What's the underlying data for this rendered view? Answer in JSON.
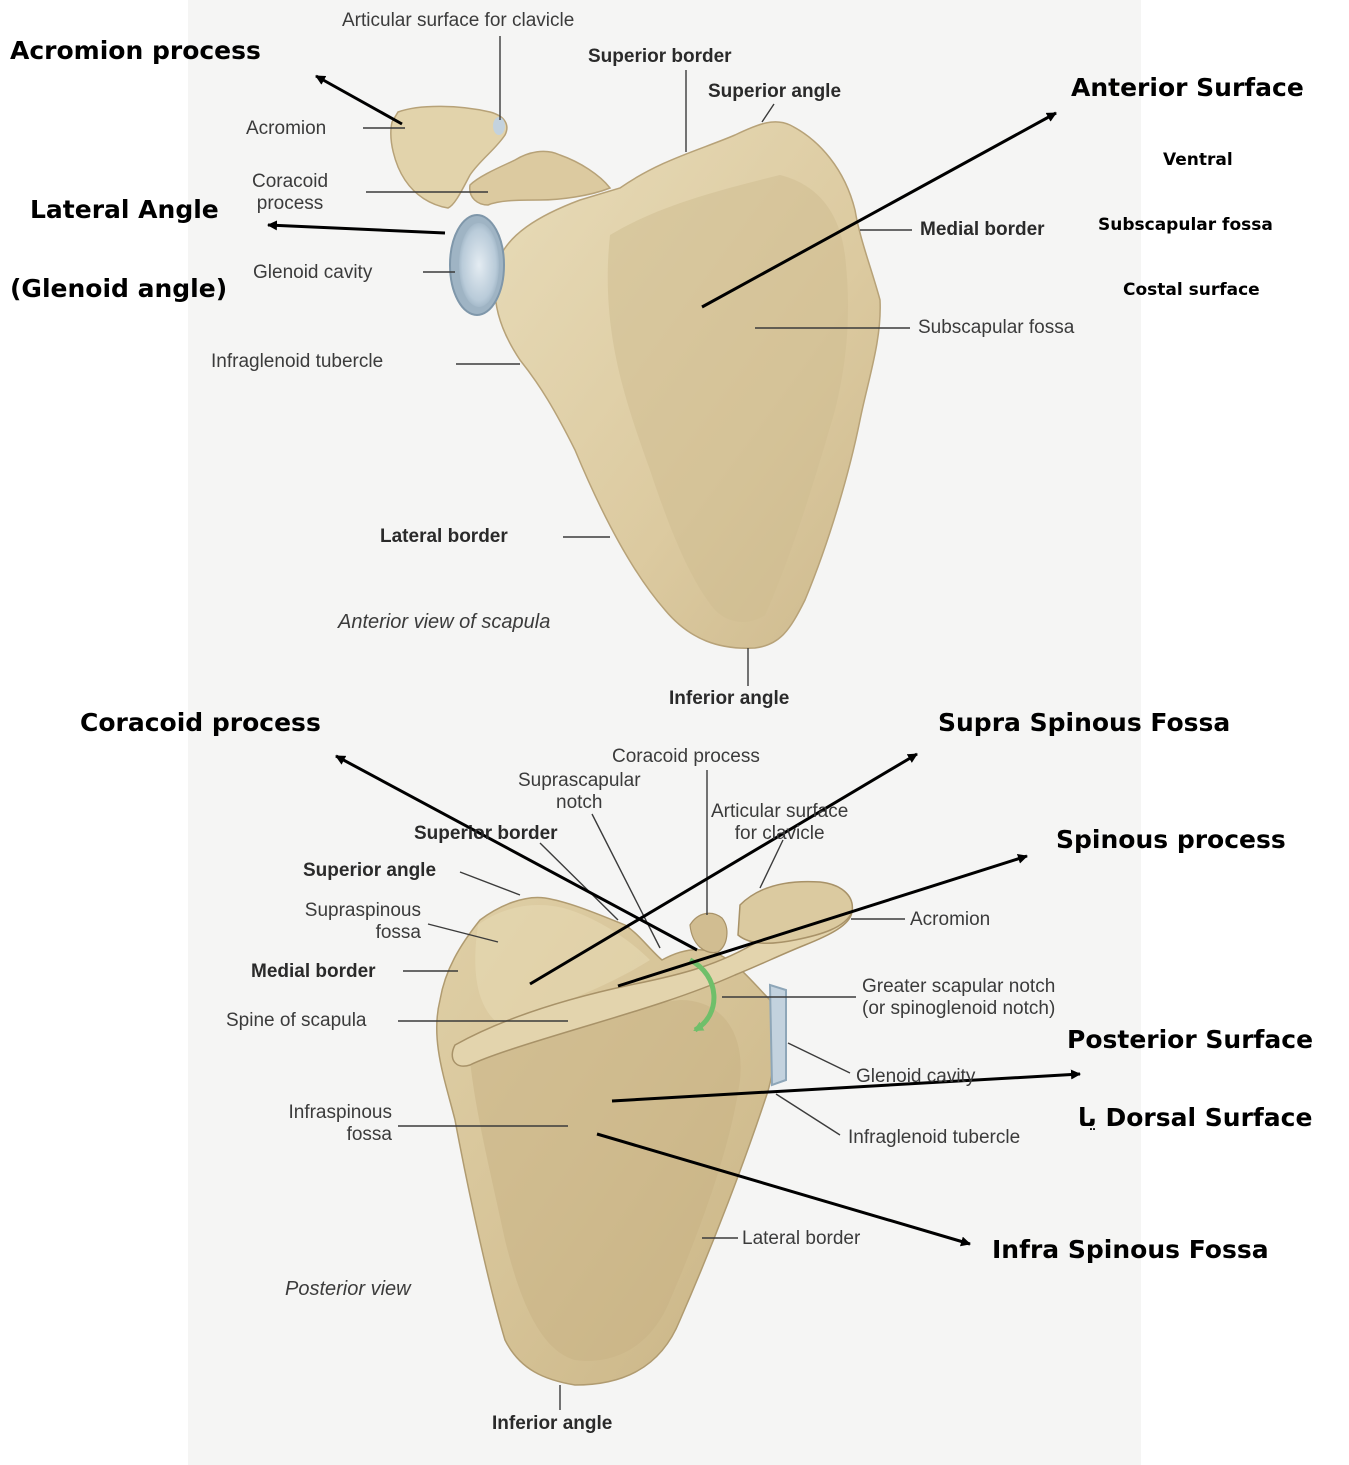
{
  "panel_bg": "#f5f5f4",
  "bone_color": "#dfcfa6",
  "bone_shadow": "#bca87f",
  "glenoid_color": "#c3d2de",
  "arrow_color": "#000000",
  "notch_arrow_color": "#6fbf6a",
  "anterior": {
    "caption": "Anterior view of scapula",
    "labels": {
      "articular_surface": "Articular surface for clavicle",
      "superior_border": "Superior border",
      "superior_angle": "Superior angle",
      "acromion": "Acromion",
      "coracoid_process": "Coracoid\nprocess",
      "medial_border": "Medial border",
      "glenoid_cavity": "Glenoid cavity",
      "subscapular_fossa": "Subscapular fossa",
      "infraglenoid_tubercle": "Infraglenoid tubercle",
      "lateral_border": "Lateral border",
      "inferior_angle": "Inferior angle"
    }
  },
  "posterior": {
    "caption": "Posterior view",
    "labels": {
      "coracoid_process": "Coracoid process",
      "suprascapular_notch": "Suprascapular\nnotch",
      "articular_surface": "Articular surface\nfor clavicle",
      "superior_border": "Superior border",
      "superior_angle": "Superior angle",
      "supraspinous_fossa": "Supraspinous\nfossa",
      "acromion": "Acromion",
      "medial_border": "Medial border",
      "greater_scapular_notch": "Greater scapular notch\n(or spinoglenoid notch)",
      "spine_of_scapula": "Spine of scapula",
      "glenoid_cavity": "Glenoid cavity",
      "infraspinous_fossa": "Infraspinous\nfossa",
      "infraglenoid_tubercle": "Infraglenoid tubercle",
      "lateral_border": "Lateral border",
      "inferior_angle": "Inferior angle"
    }
  },
  "annotations": {
    "acromion_process": "Acromion process",
    "lateral_angle": "Lateral Angle",
    "glenoid_angle": "(Glenoid angle)",
    "anterior_surface": "Anterior Surface",
    "ventral": "Ventral",
    "subscapular_fossa": "Subscapular fossa",
    "costal_surface": "Costal surface",
    "coracoid_process": "Coracoid process",
    "supra_spinous_fossa": "Supra Spinous Fossa",
    "spinous_process": "Spinous process",
    "posterior_surface": "Posterior Surface",
    "dorsal_surface": "يا Dorsal Surface",
    "infra_spinous_fossa": "Infra Spinous Fossa"
  }
}
